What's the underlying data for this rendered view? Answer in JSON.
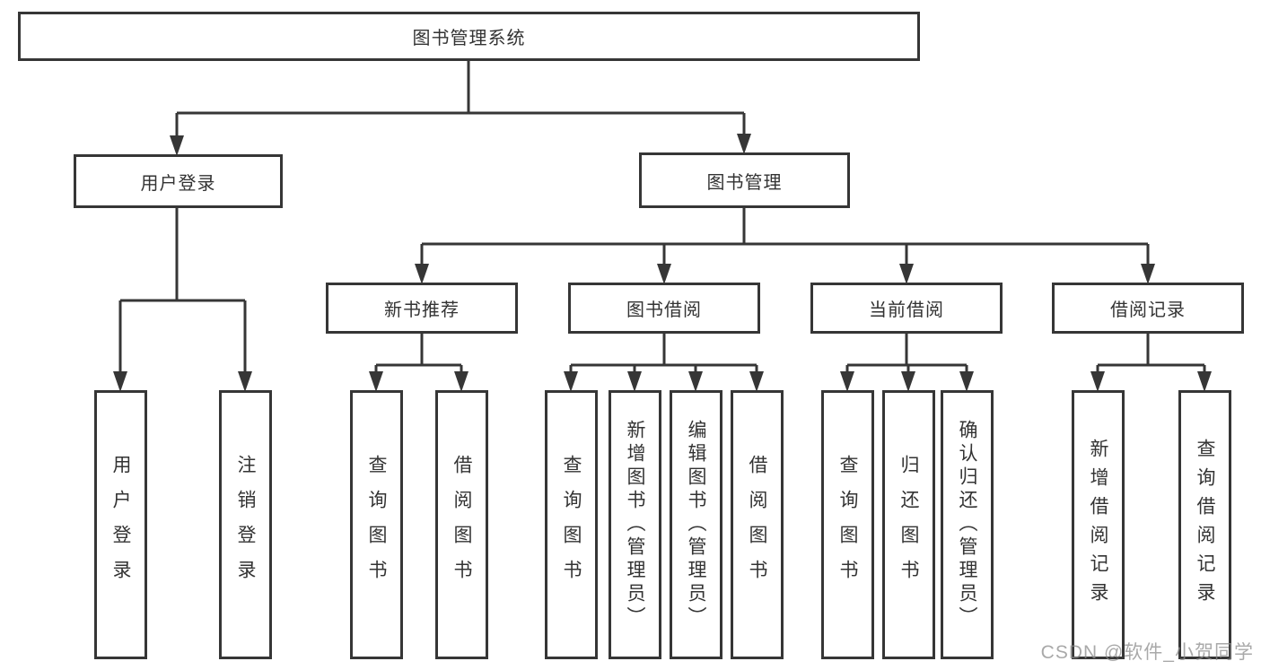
{
  "diagram": {
    "title": "图书管理系统",
    "root": {
      "label": "图书管理系统"
    },
    "level2": [
      {
        "label": "用户登录"
      },
      {
        "label": "图书管理"
      }
    ],
    "level3": [
      {
        "label": "新书推荐"
      },
      {
        "label": "图书借阅"
      },
      {
        "label": "当前借阅"
      },
      {
        "label": "借阅记录"
      }
    ],
    "leaves": [
      {
        "parent": "用户登录",
        "label": "用户登录"
      },
      {
        "parent": "用户登录",
        "label": "注销登录"
      },
      {
        "parent": "新书推荐",
        "label": "查询图书"
      },
      {
        "parent": "新书推荐",
        "label": "借阅图书"
      },
      {
        "parent": "图书借阅",
        "label": "查询图书"
      },
      {
        "parent": "图书借阅",
        "label": "新增图书（管理员）"
      },
      {
        "parent": "图书借阅",
        "label": "编辑图书（管理员）"
      },
      {
        "parent": "图书借阅",
        "label": "借阅图书"
      },
      {
        "parent": "当前借阅",
        "label": "查询图书"
      },
      {
        "parent": "当前借阅",
        "label": "归还图书"
      },
      {
        "parent": "当前借阅",
        "label": "确认归还（管理员）"
      },
      {
        "parent": "借阅记录",
        "label": "新增借阅记录"
      },
      {
        "parent": "借阅记录",
        "label": "查询借阅记录"
      }
    ]
  },
  "watermark": "CSDN @软件_小贺同学",
  "colors": {
    "line": "#363636",
    "text": "#333333",
    "background": "#ffffff",
    "watermark": "#8c8c8c"
  }
}
